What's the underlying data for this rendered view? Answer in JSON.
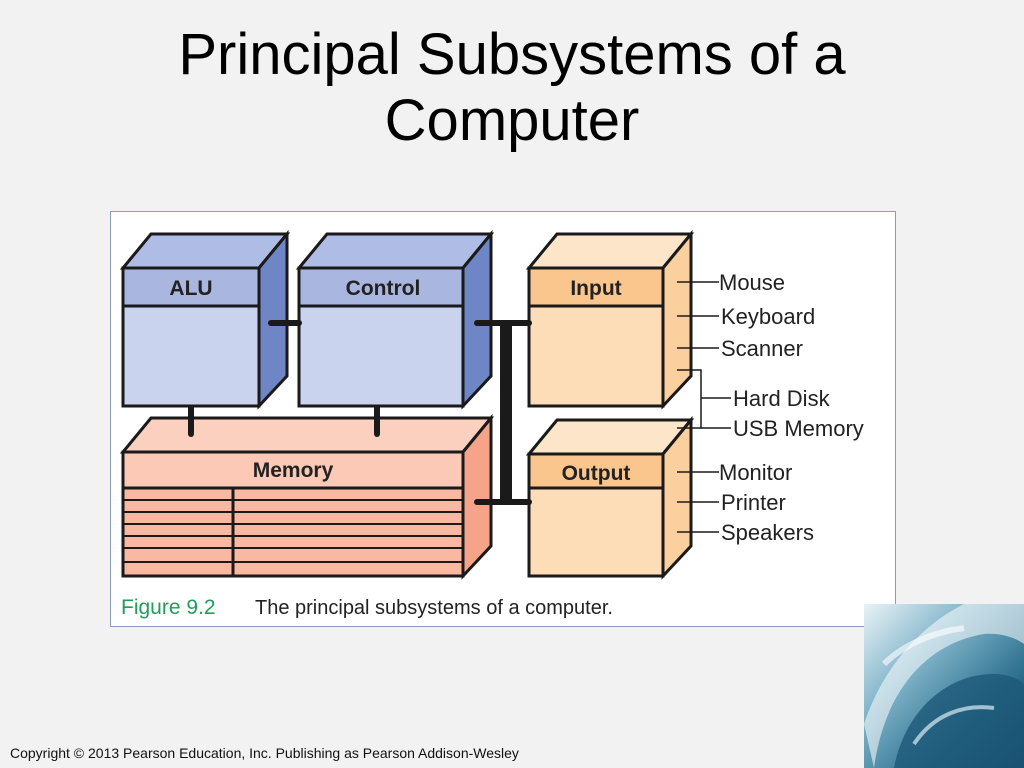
{
  "slide": {
    "title_line1": "Principal Subsystems of a",
    "title_line2": "Computer",
    "copyright": "Copyright © 2013 Pearson Education, Inc. Publishing as Pearson Addison-Wesley"
  },
  "figure": {
    "units": {
      "alu": "ALU",
      "control": "Control",
      "memory": "Memory",
      "input": "Input",
      "output": "Output"
    },
    "input_devices": [
      "Mouse",
      "Keyboard",
      "Scanner"
    ],
    "storage_devices": [
      "Hard Disk",
      "USB Memory"
    ],
    "output_devices": [
      "Monitor",
      "Printer",
      "Speakers"
    ],
    "caption_label": "Figure 9.2",
    "caption_text": "The principal subsystems of a computer.",
    "colors": {
      "blue_front": "#c9d3ee",
      "blue_side": "#6f86c6",
      "blue_label": "#a9b6e0",
      "orange_front": "#fddcb8",
      "orange_label": "#fbc58e",
      "salmon_front": "#f8b8a2",
      "caption_label": "#1f9e5a"
    }
  }
}
